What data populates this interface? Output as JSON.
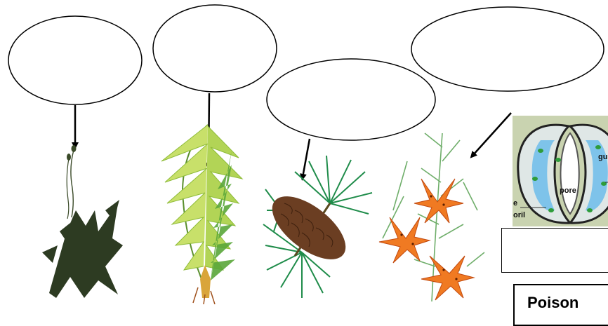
{
  "diagram": {
    "ellipses": [
      {
        "id": "moss-label",
        "text": ""
      },
      {
        "id": "fern-label",
        "text": ""
      },
      {
        "id": "conifer-label",
        "text": ""
      },
      {
        "id": "flower-label",
        "text": ""
      }
    ],
    "plants": [
      "moss-icon",
      "fern-icon",
      "pine-cone-icon",
      "lily-icon"
    ],
    "stomata_labels": {
      "pore": "pore",
      "guard": "gu",
      "e": "e",
      "oril": "oril"
    },
    "answer_box_2_text": "Poison"
  },
  "colors": {
    "outline": "#000000",
    "moss": "#2d3b22",
    "fern_light": "#c8e06a",
    "fern_dark": "#5aa63a",
    "pine": "#1f8c4a",
    "cone": "#6b3e22",
    "lily_petal": "#f07a22",
    "stoma_bg": "#c9d3b0",
    "stoma_cell": "#7ec3ea"
  }
}
